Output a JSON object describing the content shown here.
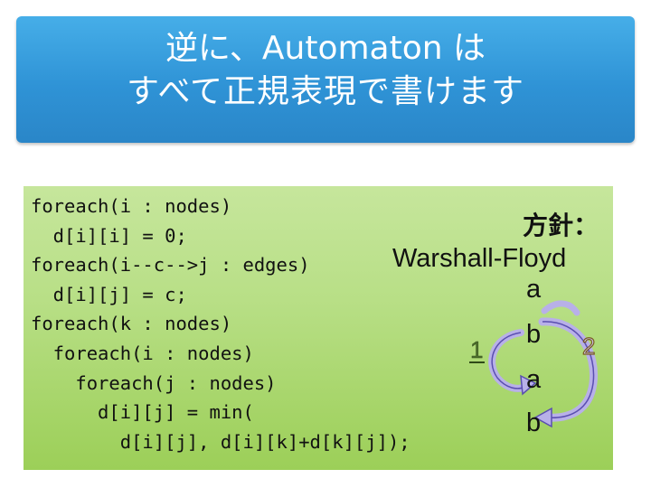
{
  "slide": {
    "title_line1": "逆に、Automaton は",
    "title_line2": "すべて正規表現で書けます",
    "code_lines": [
      "foreach(i : nodes)",
      "  d[i][i] = 0;",
      "foreach(i--c-->j : edges)",
      "  d[i][j] = c;",
      "foreach(k : nodes)",
      "  foreach(i : nodes)",
      "    foreach(j : nodes)",
      "      d[i][j] = min(",
      "        d[i][j], d[i][k]+d[k][j]);"
    ],
    "policy_label": "方針：",
    "method_label": "Warshall-Floyd",
    "diagram": {
      "labels": [
        "a",
        "b",
        "a",
        "b"
      ],
      "step1": "1",
      "step2": "2",
      "colors": {
        "arrow_fill": "#b8b0e8",
        "arrow_stroke": "#5a4fb0",
        "step1_fill": "#5a7a3a",
        "step2_fill": "#c9c2ea",
        "step2_stroke": "#8a6a2a"
      }
    }
  }
}
